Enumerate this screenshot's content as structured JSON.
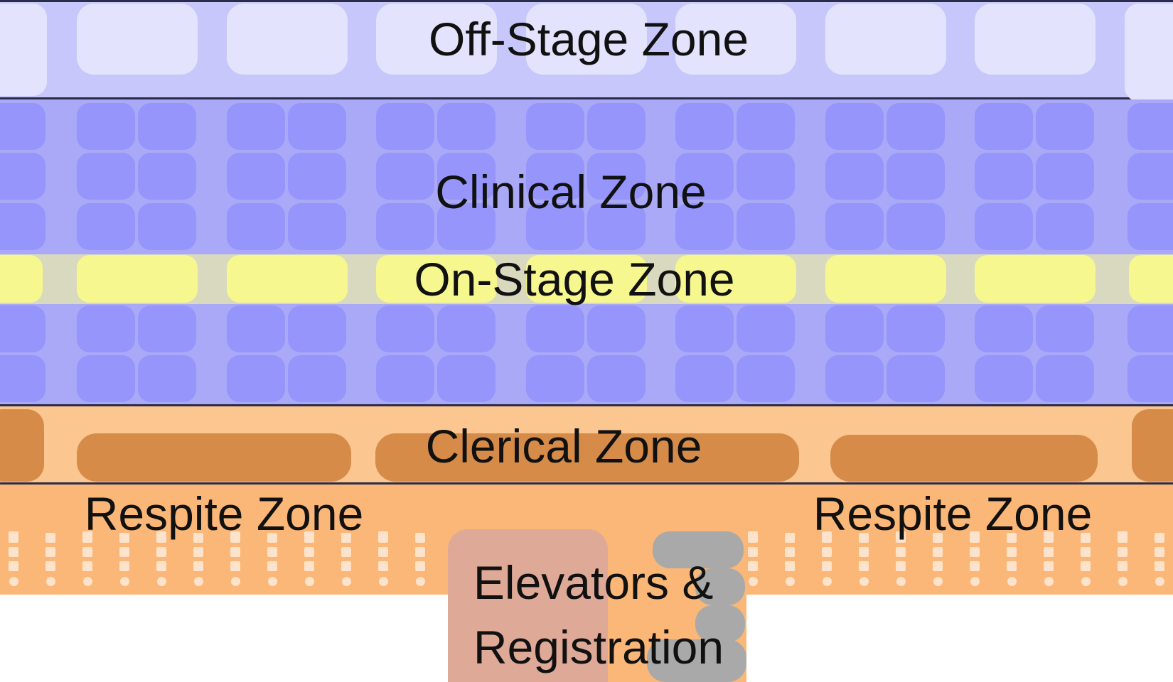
{
  "zones": {
    "off_stage": "Off-Stage Zone",
    "clinical": "Clinical Zone",
    "on_stage": "On-Stage Zone",
    "clerical": "Clerical Zone",
    "respite_left": "Respite Zone",
    "respite_right": "Respite Zone",
    "elevators": "Elevators &\nRegistration"
  },
  "colors": {
    "off_stage_band": "#c7c7fb",
    "off_stage_room": "#e3e3fd",
    "clinical_band": "#a9a9f8",
    "clinical_room": "#9595fb",
    "on_stage_band": "#d9d9bf",
    "on_stage_room": "#f7f78f",
    "clerical_band": "#fbc68f",
    "clerical_desk": "#d68c48",
    "respite_band": "#fbb777",
    "respite_furniture": "#fde3cb",
    "elevator_block": "#dfa997",
    "registration_queue": "#a9a9a9",
    "outline": "#2b2b4a"
  }
}
